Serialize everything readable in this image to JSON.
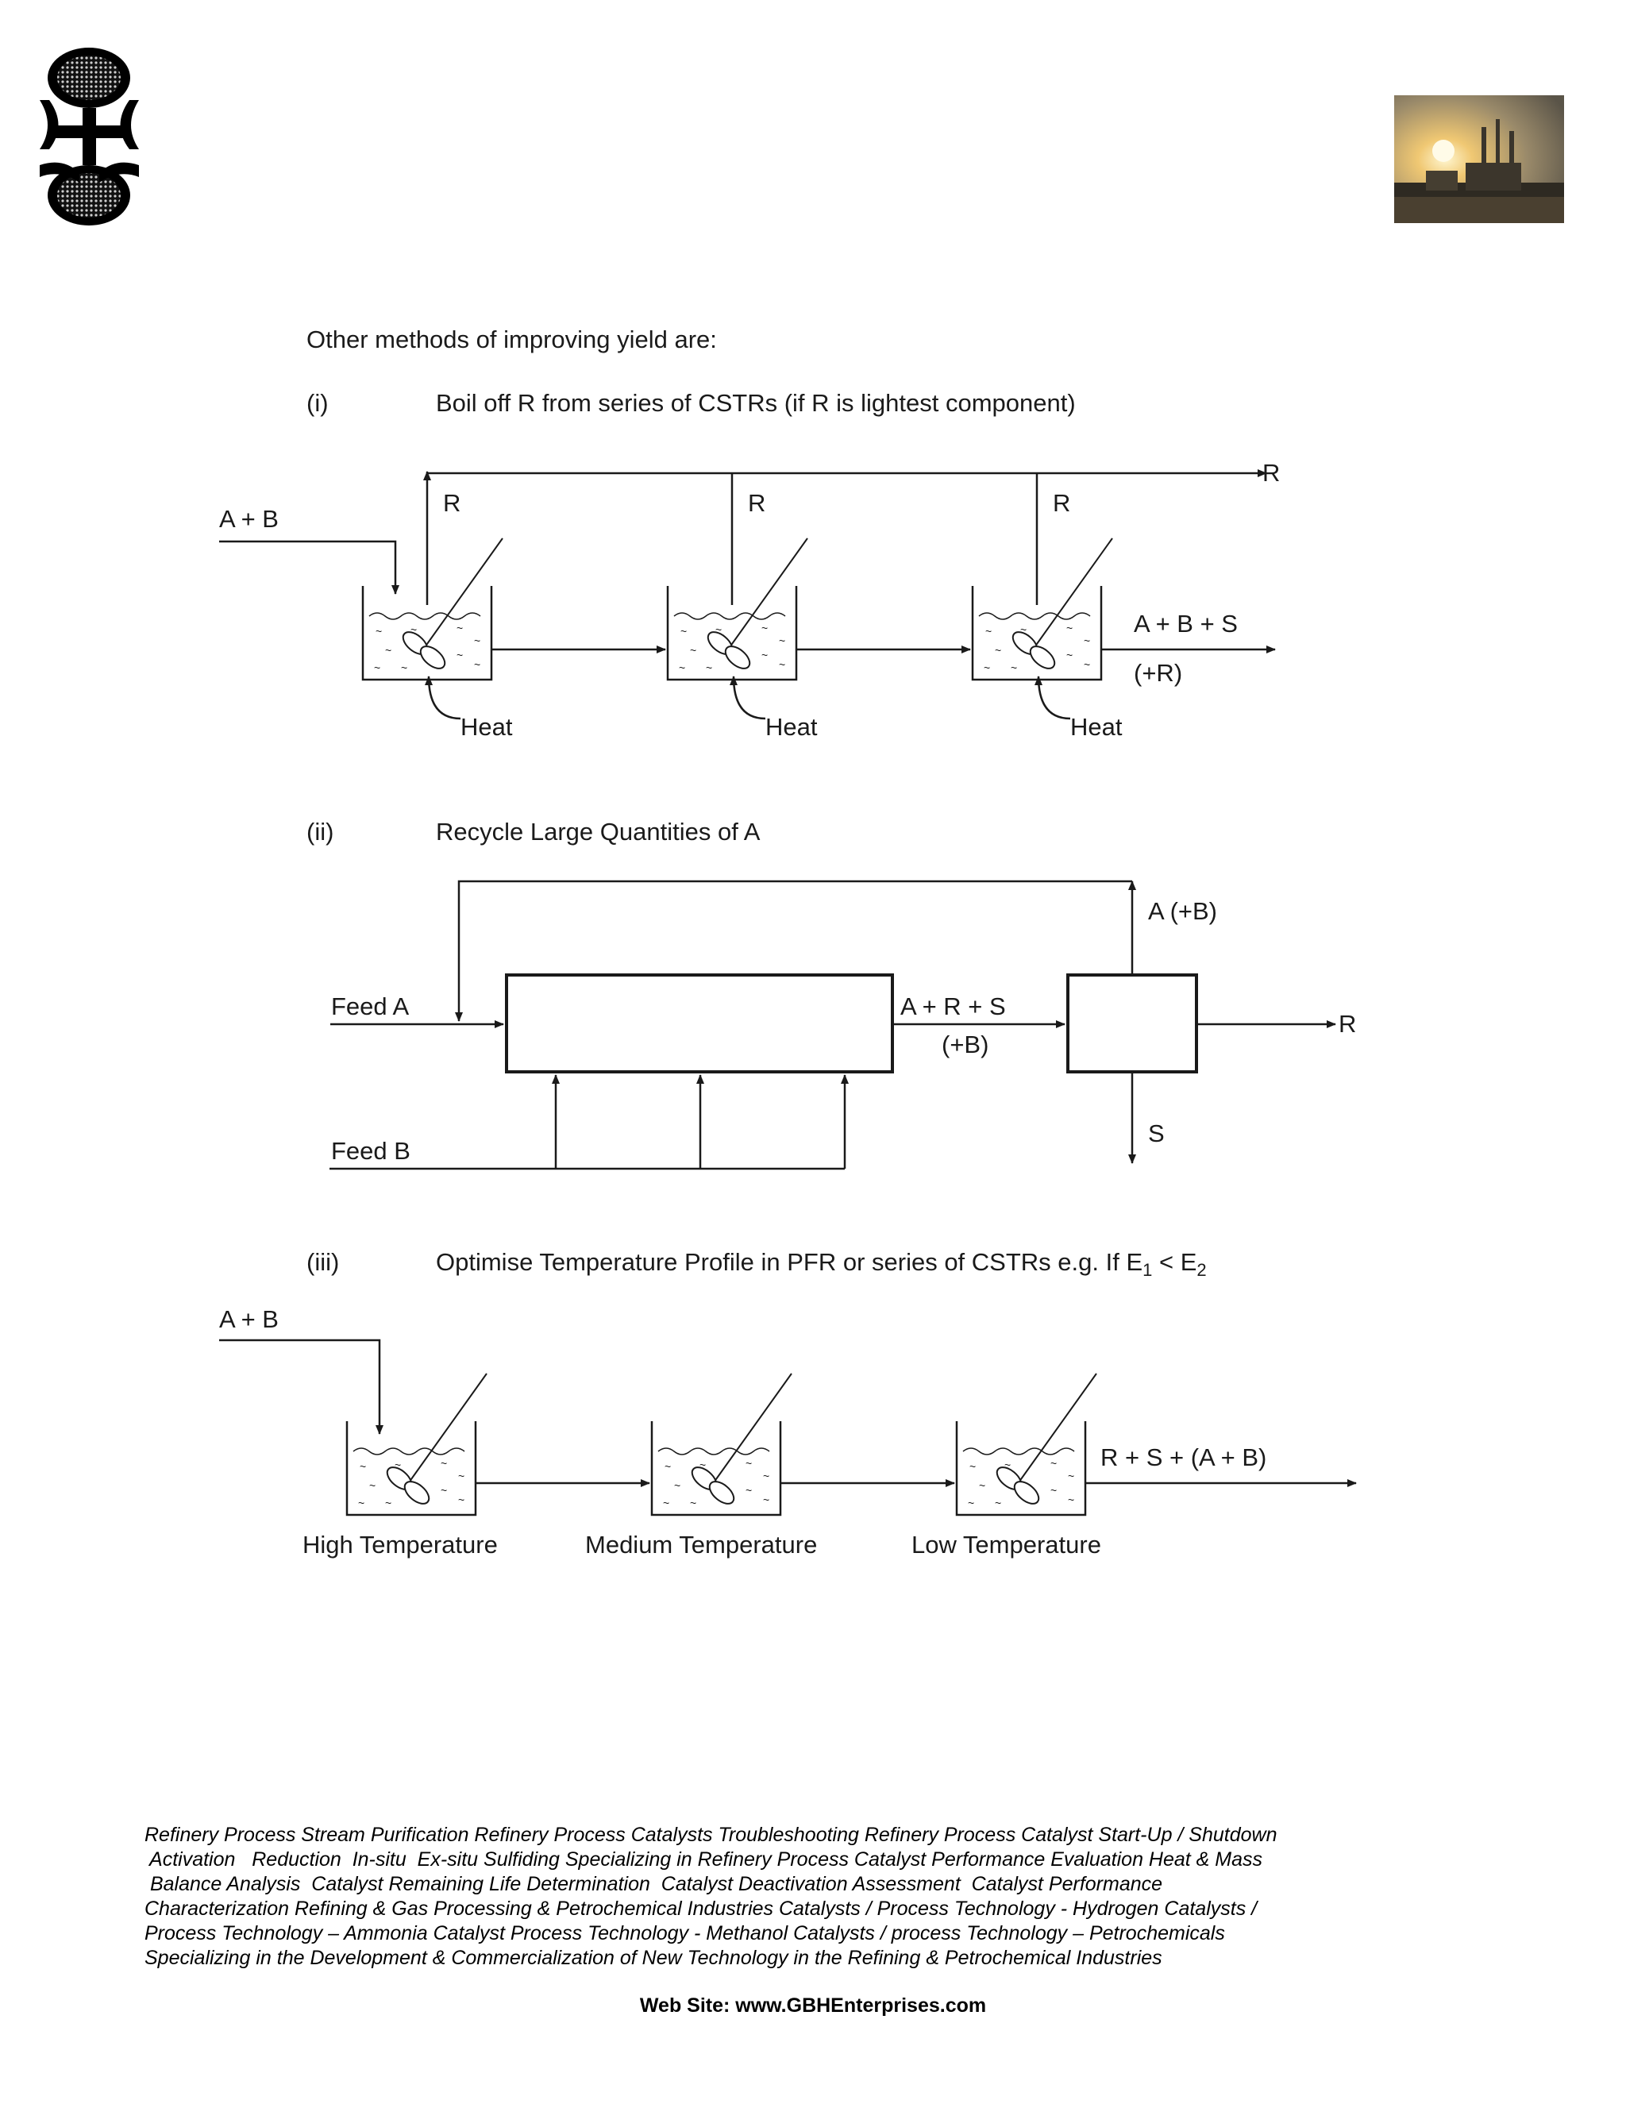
{
  "intro": "Other methods of improving yield are:",
  "sections": [
    {
      "num": "(i)",
      "text": "Boil off R from series of CSTRs (if R is lightest component)"
    },
    {
      "num": "(ii)",
      "text": "Recycle Large Quantities of A"
    },
    {
      "num": "(iii)",
      "text": "Optimise Temperature Profile in PFR or series of CSTRs e.g.  If E",
      "sub1": "1",
      "mid": " < E",
      "sub2": "2"
    }
  ],
  "diagram1": {
    "feed": "A + B",
    "vapor": "R",
    "top_out": "R",
    "heat": "Heat",
    "out_main": "A + B + S",
    "out_extra": "(+R)"
  },
  "diagram2": {
    "feed_a": "Feed A",
    "feed_b": "Feed B",
    "mid_stream": "A + R + S",
    "mid_extra": "(+B)",
    "recycle": "A (+B)",
    "product_r": "R",
    "product_s": "S"
  },
  "diagram3": {
    "feed": "A + B",
    "out": "R + S + (A + B)",
    "labels": [
      "High Temperature",
      "Medium Temperature",
      "Low Temperature"
    ]
  },
  "footer_lines": [
    "Refinery Process Stream Purification Refinery Process Catalysts Troubleshooting Refinery Process Catalyst Start-Up / Shutdown",
    " Activation   Reduction  In-situ  Ex-situ Sulfiding Specializing in Refinery Process Catalyst Performance Evaluation Heat & Mass",
    " Balance Analysis  Catalyst Remaining Life Determination  Catalyst Deactivation Assessment  Catalyst Performance",
    "Characterization  Refining  & Gas Processing &  Petrochemical Industries  Catalysts / Process Technology - Hydrogen  Catalysts /",
    "Process Technology – Ammonia  Catalyst Process Technology - Methanol  Catalysts / process Technology – Petrochemicals",
    "Specializing in the Development  & Commercialization of New Technology in the Refining &   Petrochemical Industries"
  ],
  "website": "Web Site: www.GBHEnterprises.com"
}
